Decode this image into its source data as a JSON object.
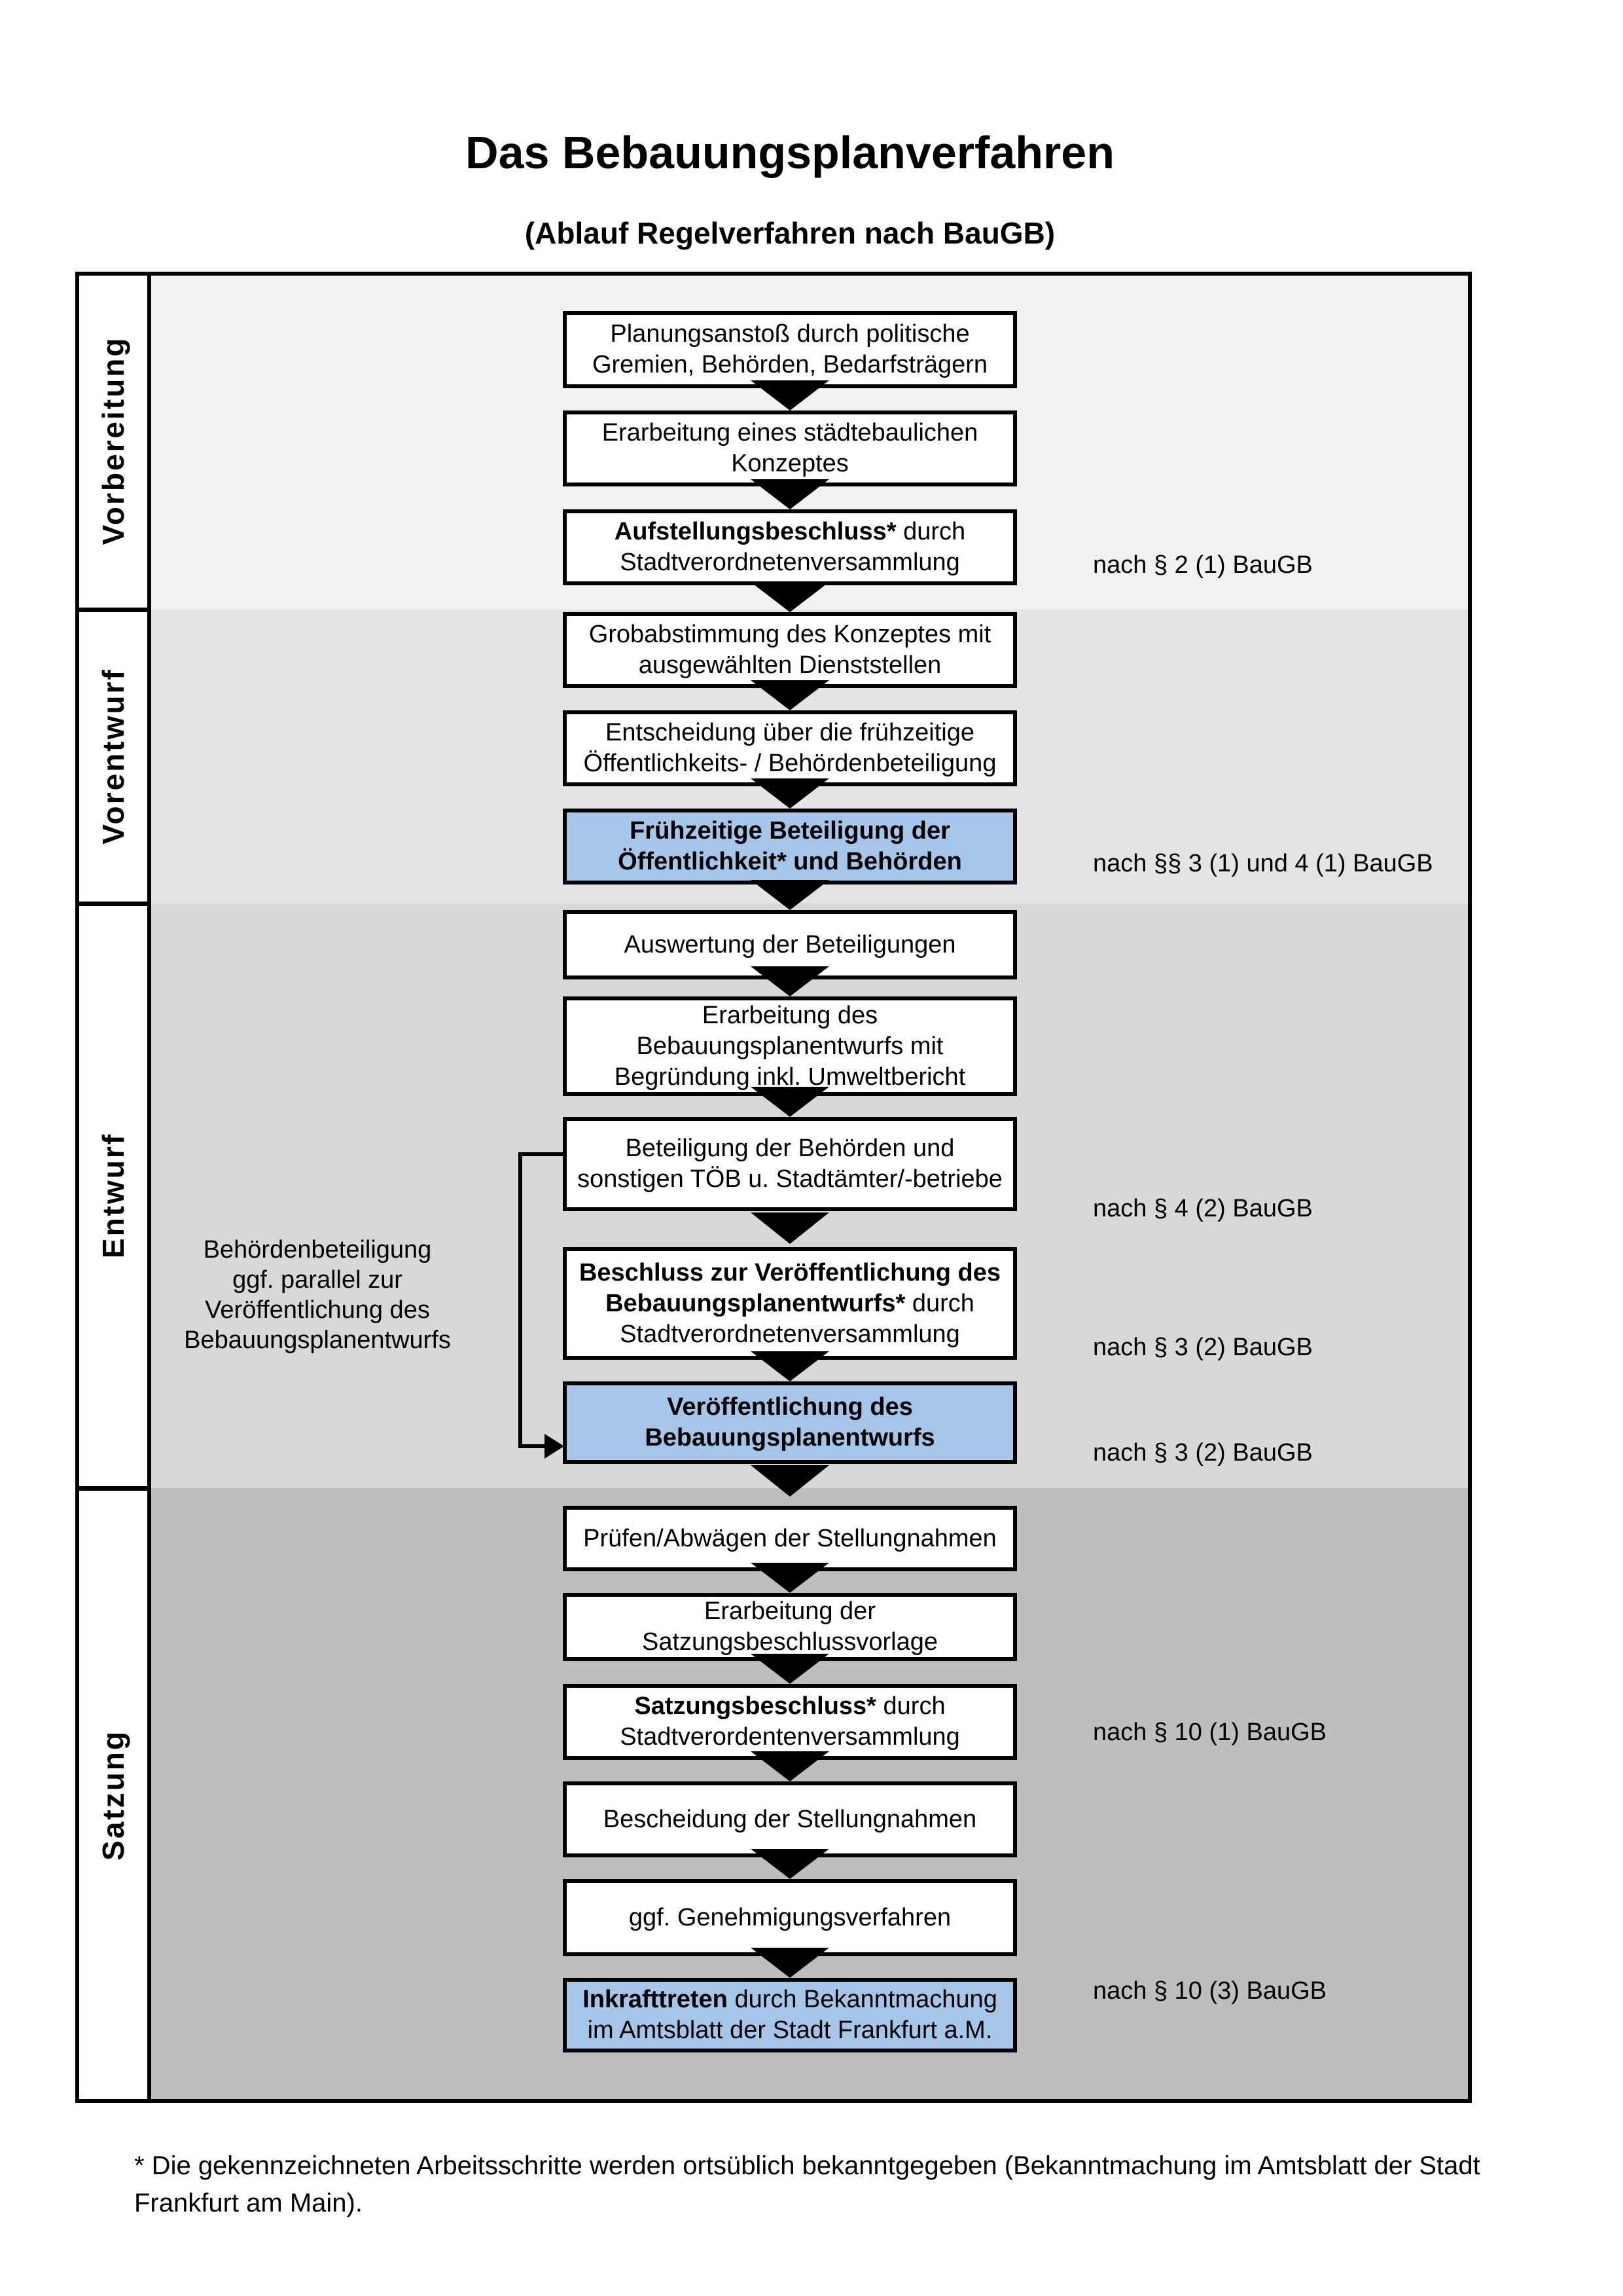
{
  "title": "Das Bebauungsplanverfahren",
  "subtitle": "(Ablauf Regelverfahren nach BauGB)",
  "phases": {
    "vorbereitung": "Vorbereitung",
    "vorentwurf": "Vorentwurf",
    "entwurf": "Entwurf",
    "satzung": "Satzung"
  },
  "boxes": {
    "b1": {
      "l1": "Planungsanstoß durch politische",
      "l2": "Gremien, Behörden, Bedarfsträgern"
    },
    "b2": {
      "l1": "Erarbeitung eines städtebaulichen",
      "l2": "Konzeptes"
    },
    "b3": {
      "l1_bold": "Aufstellungsbeschluss*",
      "l1_rest": " durch",
      "l2": "Stadtverordnetenversammlung"
    },
    "b4": {
      "l1": "Grobabstimmung des Konzeptes mit",
      "l2": "ausgewählten Dienststellen"
    },
    "b5": {
      "l1": "Entscheidung über die frühzeitige",
      "l2": "Öffentlichkeits- / Behördenbeteiligung"
    },
    "b6": {
      "l1": "Frühzeitige Beteiligung der",
      "l2": "Öffentlichkeit* und Behörden"
    },
    "b7": {
      "l1": "Auswertung der Beteiligungen"
    },
    "b8": {
      "l1": "Erarbeitung des",
      "l2": "Bebauungsplanentwurfs mit",
      "l3": "Begründung inkl. Umweltbericht"
    },
    "b9": {
      "l1": "Beteiligung der Behörden und",
      "l2": "sonstigen TÖB u. Stadtämter/-betriebe"
    },
    "b10": {
      "l1_bold": "Beschluss zur Veröffentlichung des",
      "l2_bold": "Bebauungsplanentwurfs*",
      "l2_rest": " durch",
      "l3": "Stadtverordnetenversammlung"
    },
    "b11": {
      "l1": "Veröffentlichung des",
      "l2": "Bebauungsplanentwurfs"
    },
    "b12": {
      "l1": "Prüfen/Abwägen der Stellungnahmen"
    },
    "b13": {
      "l1": "Erarbeitung der",
      "l2": "Satzungsbeschlussvorlage"
    },
    "b14": {
      "l1_bold": "Satzungsbeschluss*",
      "l1_rest": " durch",
      "l2": "Stadtverordentenversammlung"
    },
    "b15": {
      "l1": "Bescheidung der Stellungnahmen"
    },
    "b16": {
      "l1": "ggf. Genehmigungsverfahren"
    },
    "b17": {
      "l1_bold": "Inkrafttreten",
      "l1_rest": " durch Bekanntmachung",
      "l2": "im Amtsblatt der Stadt Frankfurt a.M."
    }
  },
  "references": {
    "r1": "nach § 2 (1) BauGB",
    "r2": "nach §§ 3 (1) und 4 (1) BauGB",
    "r3": "nach § 4 (2) BauGB",
    "r4": "nach § 3 (2) BauGB",
    "r5": "nach § 3 (2) BauGB",
    "r6": "nach § 10 (1) BauGB",
    "r7": "nach § 10 (3) BauGB"
  },
  "annotation": {
    "l1": "Behördenbeteiligung",
    "l2": "ggf. parallel zur",
    "l3": "Veröffentlichung des",
    "l4": "Bebauungsplanentwurfs"
  },
  "footnote": "* Die gekennzeichneten Arbeitsschritte werden ortsüblich bekanntgegeben (Bekanntmachung im Amtsblatt  der Stadt Frankfurt am Main).",
  "colors": {
    "highlight_blue": "#a6c6e9",
    "phase_vorbereitung_bg": "#f1f1f1",
    "phase_vorentwurf_bg": "#e4e4e4",
    "phase_entwurf_bg": "#d8d8d8",
    "phase_satzung_bg": "#bebebe"
  }
}
